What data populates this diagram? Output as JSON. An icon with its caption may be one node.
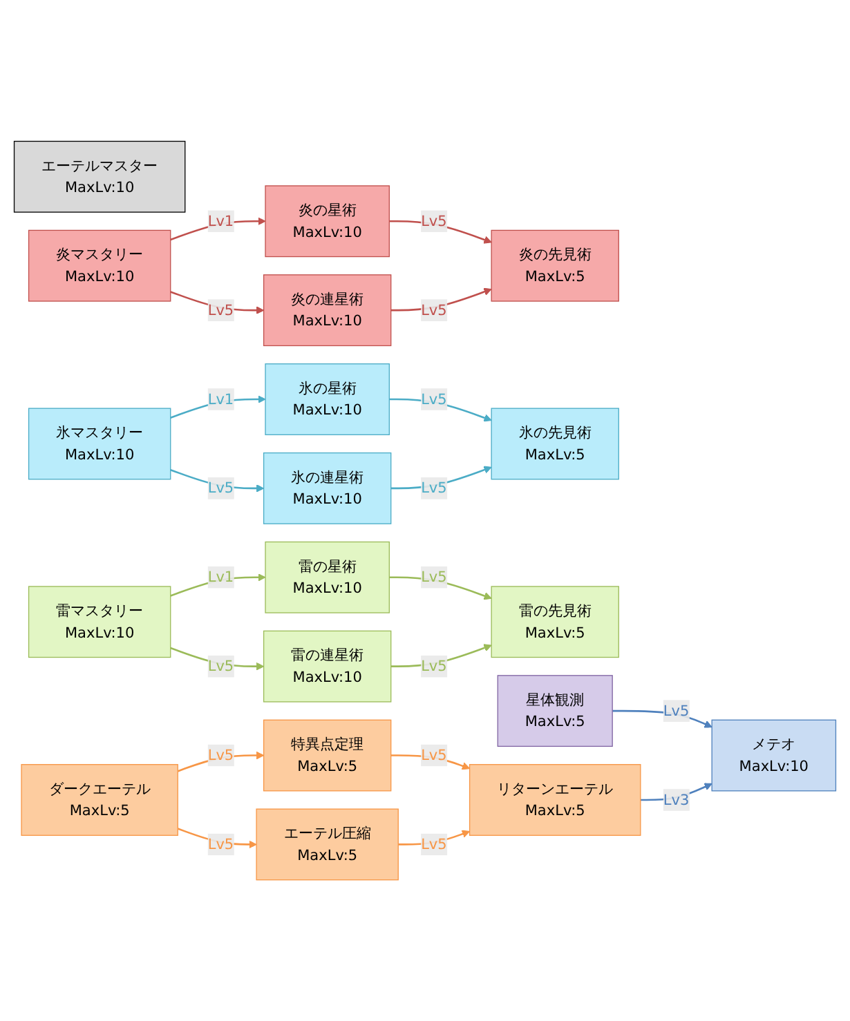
{
  "diagram": {
    "nodes": [
      {
        "text": [
          "エーテルマスター",
          "MaxLv:10"
        ]
      },
      {
        "text": [
          "炎マスタリー",
          "MaxLv:10"
        ]
      },
      {
        "text": [
          "炎の星術",
          "MaxLv:10"
        ]
      },
      {
        "text": [
          "炎の連星術",
          "MaxLv:10"
        ]
      },
      {
        "text": [
          "炎の先見術",
          "MaxLv:5"
        ]
      },
      {
        "text": [
          "氷マスタリー",
          "MaxLv:10"
        ]
      },
      {
        "text": [
          "氷の星術",
          "MaxLv:10"
        ]
      },
      {
        "text": [
          "氷の連星術",
          "MaxLv:10"
        ]
      },
      {
        "text": [
          "氷の先見術",
          "MaxLv:5"
        ]
      },
      {
        "text": [
          "雷マスタリー",
          "MaxLv:10"
        ]
      },
      {
        "text": [
          "雷の星術",
          "MaxLv:10"
        ]
      },
      {
        "text": [
          "雷の連星術",
          "MaxLv:10"
        ]
      },
      {
        "text": [
          "雷の先見術",
          "MaxLv:5"
        ]
      },
      {
        "text": [
          "星体観測",
          "MaxLv:5"
        ]
      },
      {
        "text": [
          "メテオ",
          "MaxLv:10"
        ]
      },
      {
        "text": [
          "ダークエーテル",
          "MaxLv:5"
        ]
      },
      {
        "text": [
          "特異点定理",
          "MaxLv:5"
        ]
      },
      {
        "text": [
          "エーテル圧縮",
          "MaxLv:5"
        ]
      },
      {
        "text": [
          "リターンエーテル",
          "MaxLv:5"
        ]
      }
    ],
    "edges": [
      {
        "from": 1,
        "to": 2,
        "arrow": "to",
        "label": "Lv1",
        "color": "#c0504d"
      },
      {
        "from": 1,
        "to": 3,
        "arrow": "to",
        "label": "Lv5",
        "color": "#c0504d"
      },
      {
        "from": 2,
        "to": 4,
        "arrow": "to",
        "label": "Lv5",
        "color": "#c0504d"
      },
      {
        "from": 3,
        "to": 4,
        "arrow": "to",
        "label": "Lv5",
        "color": "#c0504d"
      },
      {
        "from": 5,
        "to": 6,
        "arrow": "to",
        "label": "Lv1",
        "color": "#4bacc6"
      },
      {
        "from": 5,
        "to": 7,
        "arrow": "to",
        "label": "Lv5",
        "color": "#4bacc6"
      },
      {
        "from": 6,
        "to": 8,
        "arrow": "to",
        "label": "Lv5",
        "color": "#4bacc6"
      },
      {
        "from": 7,
        "to": 8,
        "arrow": "to",
        "label": "Lv5",
        "color": "#4bacc6"
      },
      {
        "from": 9,
        "to": 10,
        "arrow": "to",
        "label": "Lv1",
        "color": "#9bbb59"
      },
      {
        "from": 9,
        "to": 11,
        "arrow": "to",
        "label": "Lv5",
        "color": "#9bbb59"
      },
      {
        "from": 10,
        "to": 12,
        "arrow": "to",
        "label": "Lv5",
        "color": "#9bbb59"
      },
      {
        "from": 11,
        "to": 12,
        "arrow": "to",
        "label": "Lv5",
        "color": "#9bbb59"
      },
      {
        "from": 13,
        "to": 14,
        "arrow": "to",
        "label": "Lv5",
        "color": "#4f81bd"
      },
      {
        "from": 15,
        "to": 16,
        "arrow": "to",
        "label": "Lv5",
        "color": "#f79646"
      },
      {
        "from": 15,
        "to": 17,
        "arrow": "to",
        "label": "Lv5",
        "color": "#f79646"
      },
      {
        "from": 16,
        "to": 18,
        "arrow": "to",
        "label": "Lv5",
        "color": "#f79646"
      },
      {
        "from": 17,
        "to": 18,
        "arrow": "to",
        "label": "Lv5",
        "color": "#f79646"
      },
      {
        "from": 18,
        "to": 14,
        "arrow": "to",
        "label": "Lv3",
        "color": "#4f81bd"
      }
    ]
  }
}
